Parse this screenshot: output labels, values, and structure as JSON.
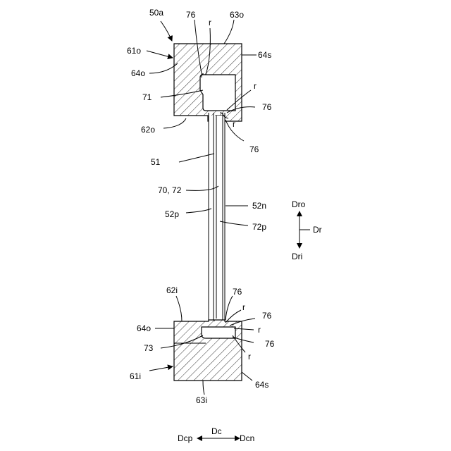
{
  "labels": {
    "fig_ref": "50a",
    "upper_block_left": "61o",
    "upper_block_top": "63o",
    "upper_block_right_side": "64s",
    "upper_block_left_side": "64o",
    "upper_block_bottom": "62o",
    "upper_cavity": "71",
    "weld_mark": "76",
    "radius": "r",
    "web": "51",
    "web_inner_face": "70, 72",
    "web_left_face": "52p",
    "web_right_face": "52n",
    "web_right_inner": "72p",
    "lower_block_top": "62i",
    "lower_block_left_side": "64o",
    "lower_cavity": "73",
    "lower_block_left": "61i",
    "lower_block_right_side": "64s",
    "lower_block_bottom": "63i"
  },
  "directions": {
    "radial_out": "Dro",
    "radial": "Dr",
    "radial_in": "Dri",
    "circumferential_p": "Dcp",
    "circumferential": "Dc",
    "circumferential_n": "Dcn"
  }
}
